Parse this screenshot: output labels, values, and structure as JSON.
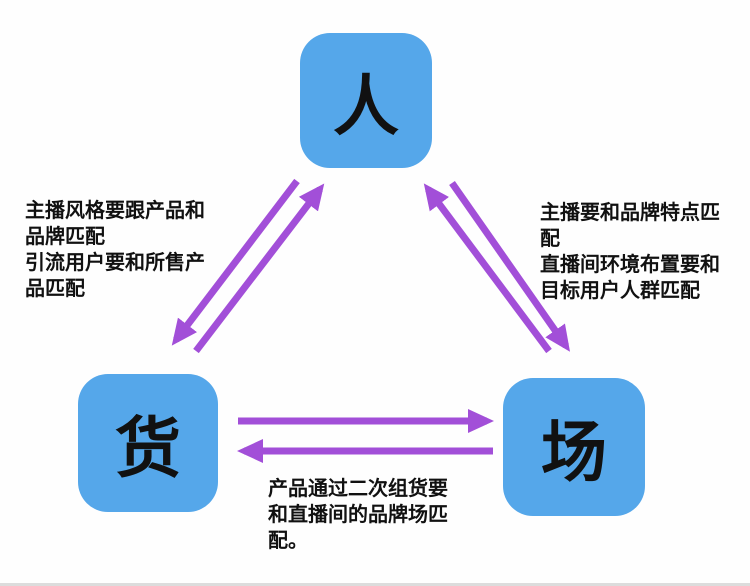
{
  "colors": {
    "box_blue": "#55a7ea",
    "arrow_purple": "#a24fd8",
    "text_black": "#111111"
  },
  "nodes": {
    "person": {
      "label": "人"
    },
    "goods": {
      "label": "货"
    },
    "venue": {
      "label": "场"
    }
  },
  "annotations": {
    "left": {
      "p1": "主播风格要跟产品和品牌匹配",
      "p2": "引流用户要和所售产品匹配"
    },
    "right": {
      "p1": "主播要和品牌特点匹配",
      "p2": "直播间环境布置要和目标用户人群匹配"
    },
    "bottom": {
      "p1": "产品通过二次组货要和直播间的品牌场匹配。"
    }
  }
}
